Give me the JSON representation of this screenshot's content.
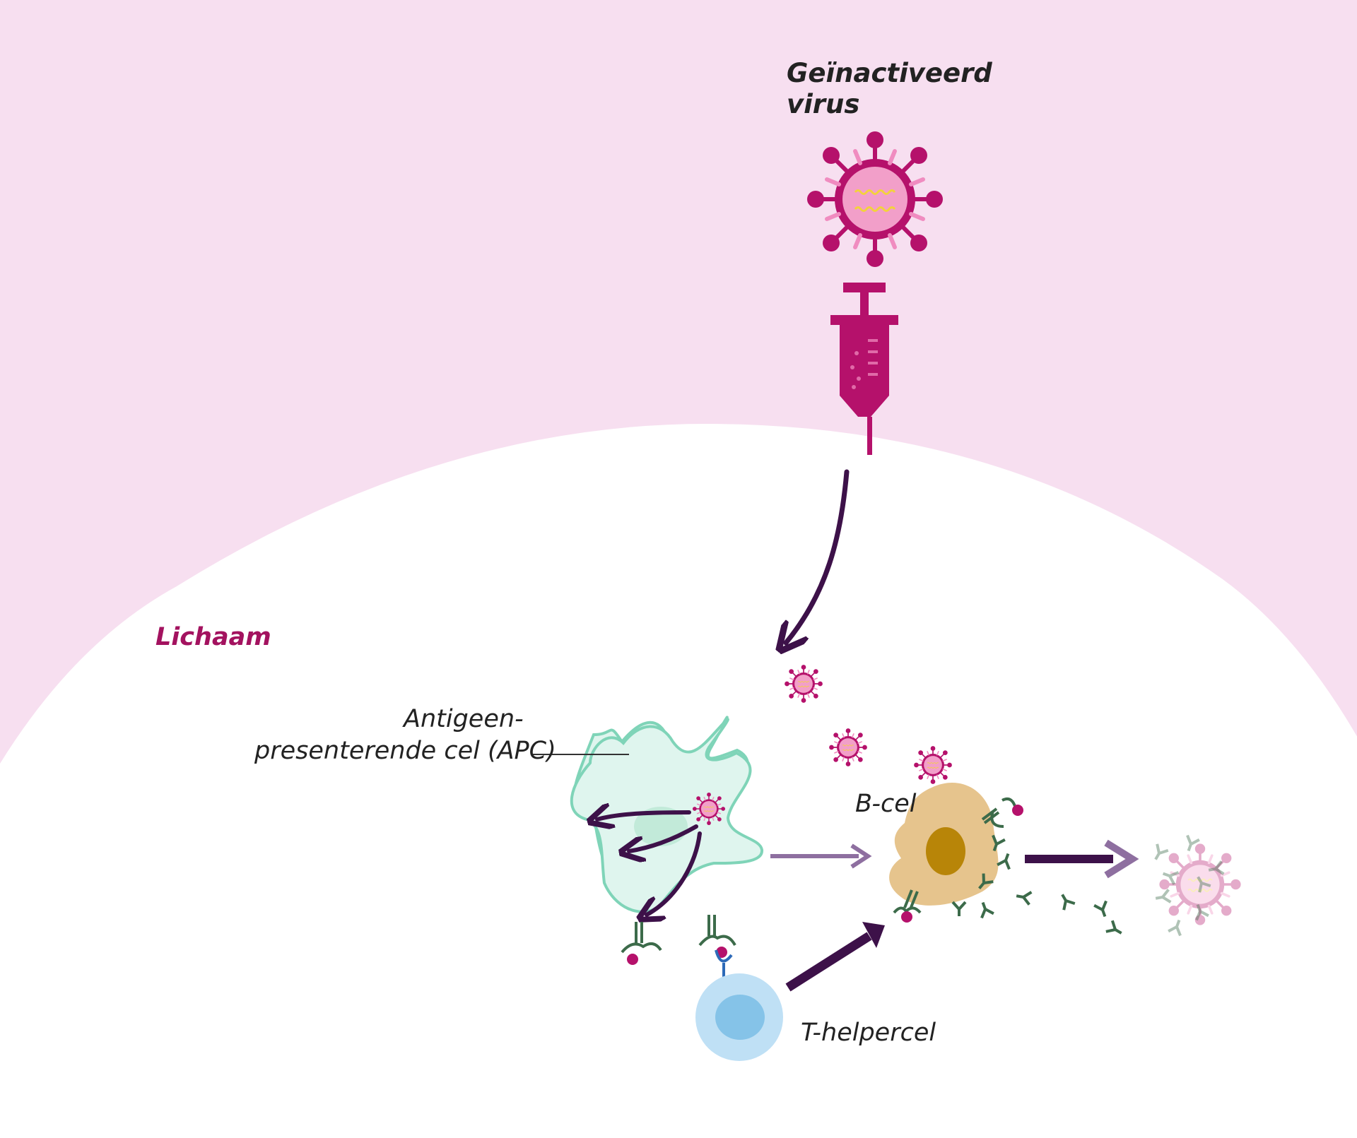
{
  "labels": {
    "virus_line1": "Geïnactiveerd",
    "virus_line2": "virus",
    "body": "Lichaam",
    "apc_line1": "Antigeen-",
    "apc_line2": "presenterende cel (APC)",
    "bcell": "B-cel",
    "thelper": "T-helpercel"
  },
  "colors": {
    "outer_background": "#f7dff0",
    "body_background": "#ffffff",
    "virus": "#b5116b",
    "virus_core": "#f29fc9",
    "rna": "#f3d23c",
    "arrow_dark": "#3d1149",
    "arrow_light": "#8e6fa0",
    "apc_fill": "#dff5ee",
    "apc_stroke": "#7fd4b8",
    "bcell_fill": "#e6c48d",
    "bcell_nucleus": "#b88508",
    "tcell_fill": "#bfe0f5",
    "tcell_nucleus": "#85c3e8",
    "antibody": "#3c6b4a",
    "receptor_blue": "#2d6ab8",
    "label_dark": "#222222",
    "label_accent": "#a3125f"
  }
}
